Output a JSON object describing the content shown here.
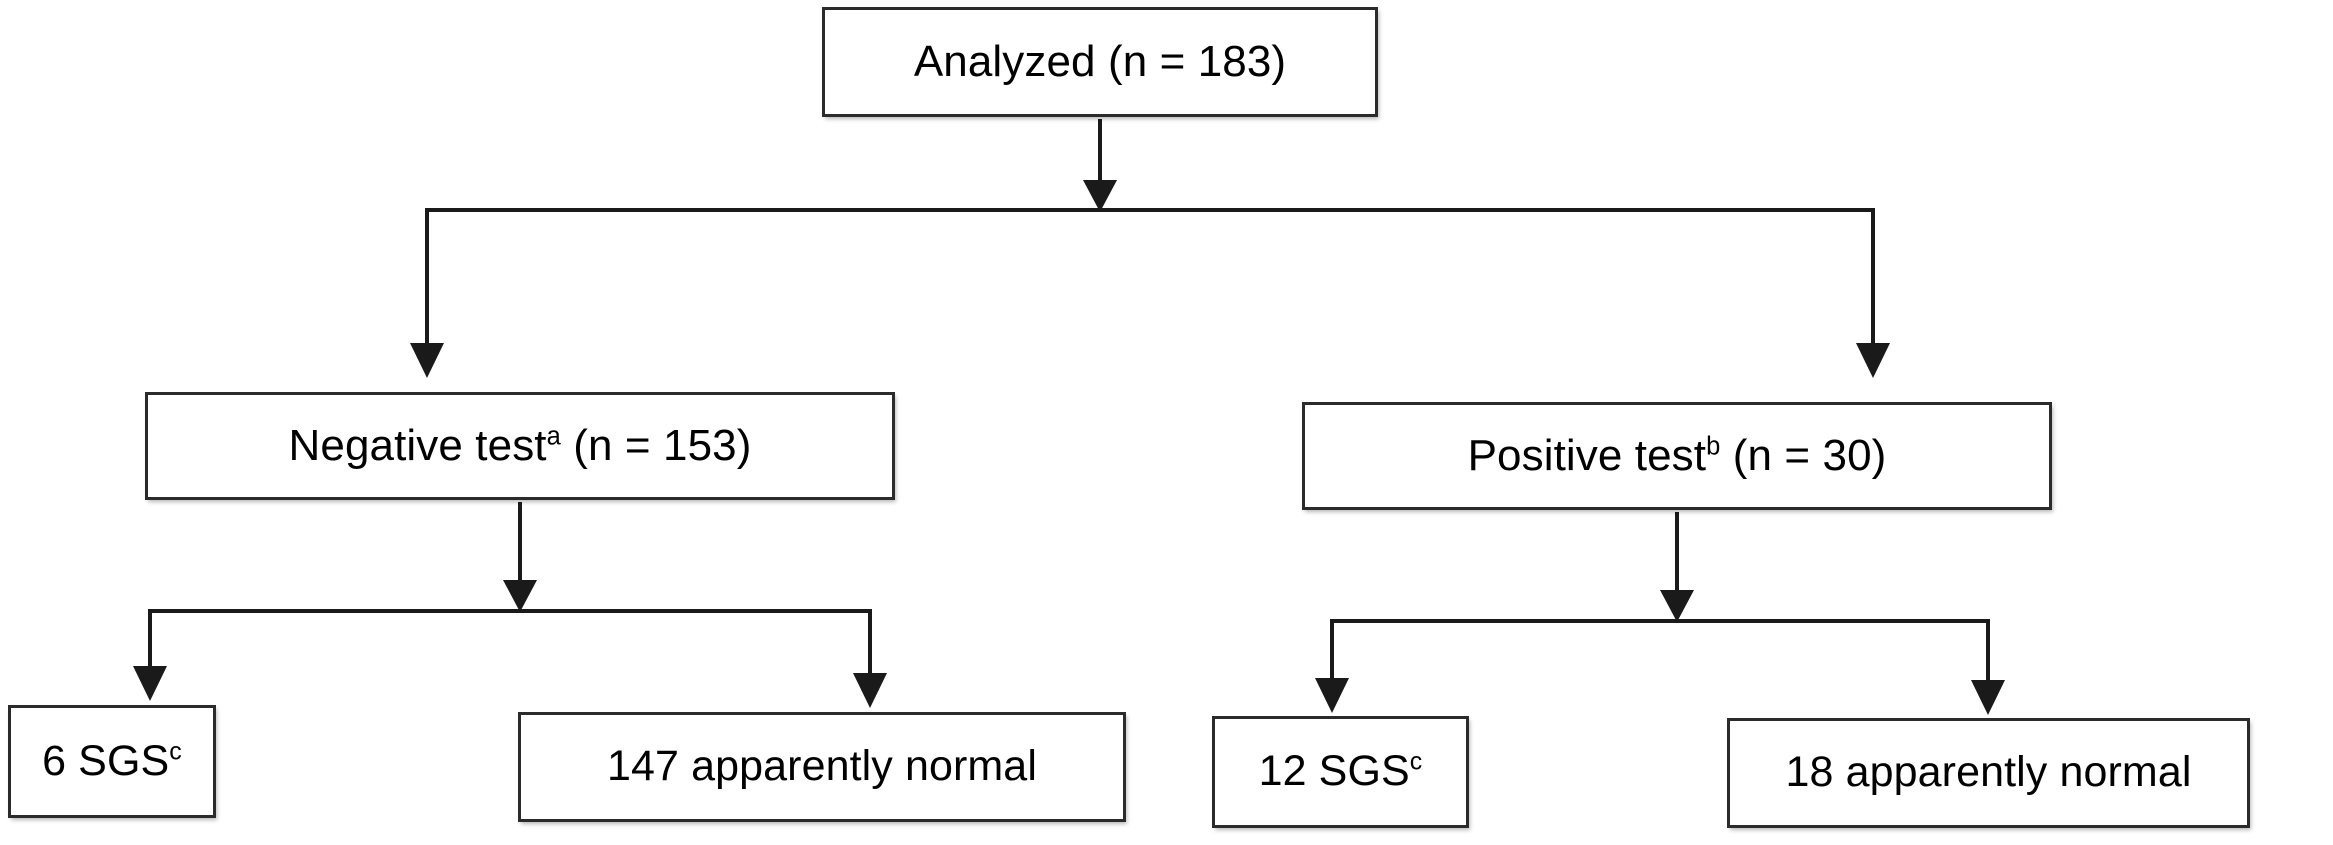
{
  "diagram": {
    "type": "flowchart",
    "orientation": "top-down",
    "title": "",
    "background_color": "#ffffff",
    "box_border_color": "#2b2b2b",
    "connector_color": "#1a1a1a",
    "nodes": {
      "root": {
        "id": "analyzed",
        "text": "Analyzed (n = 183)",
        "text_main": "Analyzed (n = 183)",
        "count": 183,
        "level": 1
      },
      "negative_test": {
        "id": "negative-test",
        "text": "Negative testᵃ (n = 153)",
        "text_before_sup": "Negative test",
        "superscript": "a",
        "text_after_sup": " (n = 153)",
        "count": 153,
        "level": 2
      },
      "positive_test": {
        "id": "positive-test",
        "text": "Positive testᵇ (n = 30)",
        "text_before_sup": "Positive test",
        "superscript": "b",
        "text_after_sup": " (n = 30)",
        "count": 30,
        "level": 2
      },
      "negative_sgs": {
        "id": "negative-sgs",
        "text": "6 SGSᶜ",
        "text_before_sup": "6 SGS",
        "superscript": "c",
        "text_after_sup": "",
        "count": 6,
        "level": 3
      },
      "negative_normal": {
        "id": "negative-apparently-normal",
        "text": "147 apparently normal",
        "text_main": "147 apparently normal",
        "count": 147,
        "level": 3
      },
      "positive_sgs": {
        "id": "positive-sgs",
        "text": "12 SGSᶜ",
        "text_before_sup": "12 SGS",
        "superscript": "c",
        "text_after_sup": "",
        "count": 12,
        "level": 3
      },
      "positive_normal": {
        "id": "positive-apparently-normal",
        "text": "18 apparently normal",
        "text_main": "18 apparently normal",
        "count": 18,
        "level": 3
      }
    },
    "edges": [
      {
        "from": "analyzed",
        "to": "negative-test",
        "arrowhead": true
      },
      {
        "from": "analyzed",
        "to": "positive-test",
        "arrowhead": true
      },
      {
        "from": "negative-test",
        "to": "negative-sgs",
        "arrowhead": true
      },
      {
        "from": "negative-test",
        "to": "negative-apparently-normal",
        "arrowhead": true
      },
      {
        "from": "positive-test",
        "to": "positive-sgs",
        "arrowhead": true
      },
      {
        "from": "positive-test",
        "to": "positive-apparently-normal",
        "arrowhead": true
      }
    ]
  }
}
